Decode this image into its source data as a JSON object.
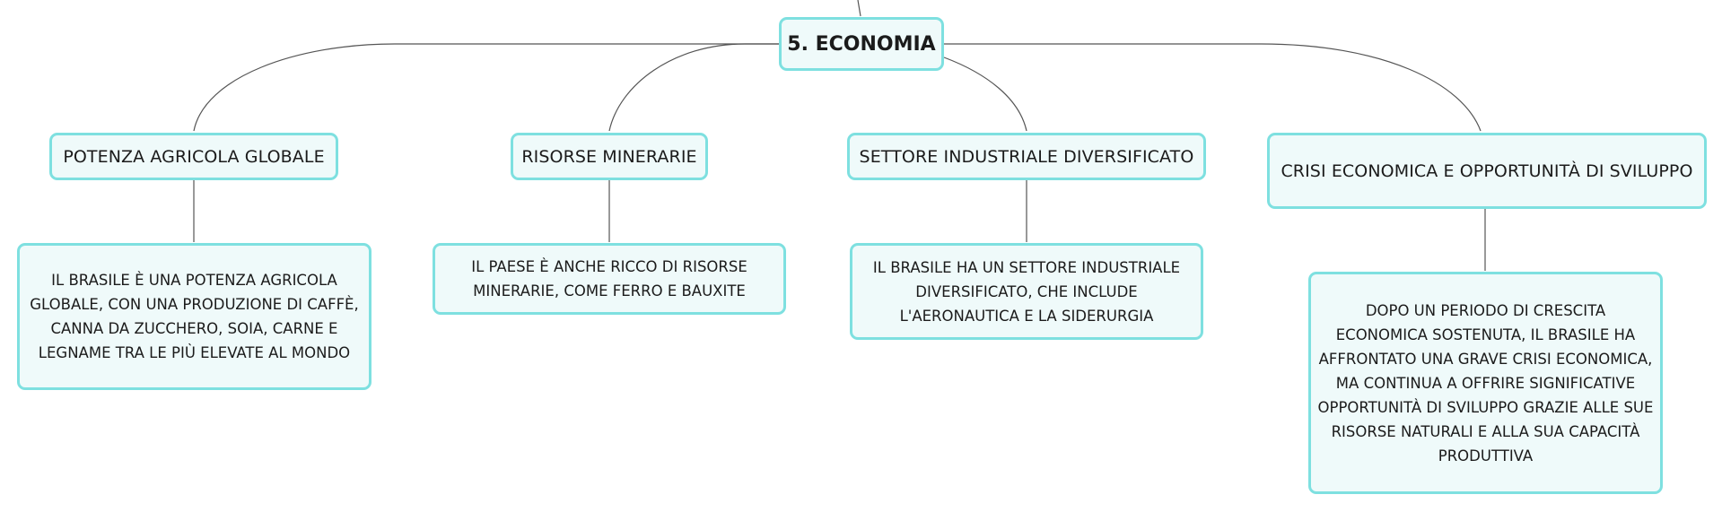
{
  "central": {
    "label": "5. ECONOMIA"
  },
  "topics": [
    {
      "label": "POTENZA AGRICOLA GLOBALE"
    },
    {
      "label": "RISORSE MINERARIE"
    },
    {
      "label": "SETTORE INDUSTRIALE DIVERSIFICATO"
    },
    {
      "label": "CRISI ECONOMICA E OPPORTUNITÀ DI SVILUPPO"
    }
  ],
  "details": [
    {
      "lines": [
        "IL BRASILE È UNA POTENZA AGRICOLA",
        "GLOBALE, CON UNA PRODUZIONE DI CAFFÈ,",
        "CANNA DA ZUCCHERO, SOIA, CARNE E",
        "LEGNAME TRA LE PIÙ ELEVATE AL MONDO"
      ]
    },
    {
      "lines": [
        "IL PAESE È ANCHE RICCO DI RISORSE",
        "MINERARIE, COME FERRO E BAUXITE"
      ]
    },
    {
      "lines": [
        "IL BRASILE HA UN SETTORE INDUSTRIALE",
        "DIVERSIFICATO, CHE INCLUDE",
        "L'AERONAUTICA E LA SIDERURGIA"
      ]
    },
    {
      "lines": [
        "DOPO UN PERIODO DI CRESCITA",
        "ECONOMICA SOSTENUTA, IL BRASILE HA",
        "AFFRONTATO UNA GRAVE CRISI ECONOMICA,",
        "MA CONTINUA A OFFRIRE SIGNIFICATIVE",
        "OPPORTUNITÀ DI SVILUPPO GRAZIE ALLE SUE",
        "RISORSE NATURALI E ALLA SUA CAPACITÀ",
        "PRODUTTIVA"
      ]
    }
  ],
  "colors": {
    "node_fill": "#effafa",
    "node_border": "#7ee0e0",
    "connector": "#555555",
    "text": "#1b1b1b"
  }
}
